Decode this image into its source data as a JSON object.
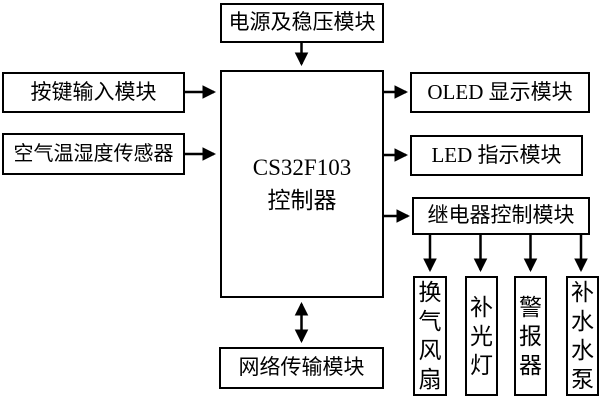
{
  "diagram": {
    "nodes": {
      "power": "电源及稳压模块",
      "key_input": "按键输入模块",
      "air_sensor": "空气温湿度传感器",
      "controller": {
        "line1": "CS32F103",
        "line2": "控制器"
      },
      "oled": "OLED 显示模块",
      "led": "LED 指示模块",
      "relay": "继电器控制模块",
      "network": "网络传输模块",
      "fan": "换气风扇",
      "grow_light": "补光灯",
      "alarm": "警报器",
      "pump": "补水水泵"
    },
    "edges": [
      {
        "from": "power",
        "to": "controller",
        "direction": "one-way"
      },
      {
        "from": "key_input",
        "to": "controller",
        "direction": "one-way"
      },
      {
        "from": "air_sensor",
        "to": "controller",
        "direction": "one-way"
      },
      {
        "from": "controller",
        "to": "oled",
        "direction": "one-way"
      },
      {
        "from": "controller",
        "to": "led",
        "direction": "one-way"
      },
      {
        "from": "controller",
        "to": "relay",
        "direction": "one-way"
      },
      {
        "from": "relay",
        "to": "fan",
        "direction": "one-way"
      },
      {
        "from": "relay",
        "to": "grow_light",
        "direction": "one-way"
      },
      {
        "from": "relay",
        "to": "alarm",
        "direction": "one-way"
      },
      {
        "from": "relay",
        "to": "pump",
        "direction": "one-way"
      },
      {
        "from": "controller",
        "to": "network",
        "direction": "two-way"
      }
    ],
    "colors": {
      "line": "#000000",
      "text": "#000000",
      "box_fill": "#ffffff",
      "background": "#ffffff"
    }
  }
}
